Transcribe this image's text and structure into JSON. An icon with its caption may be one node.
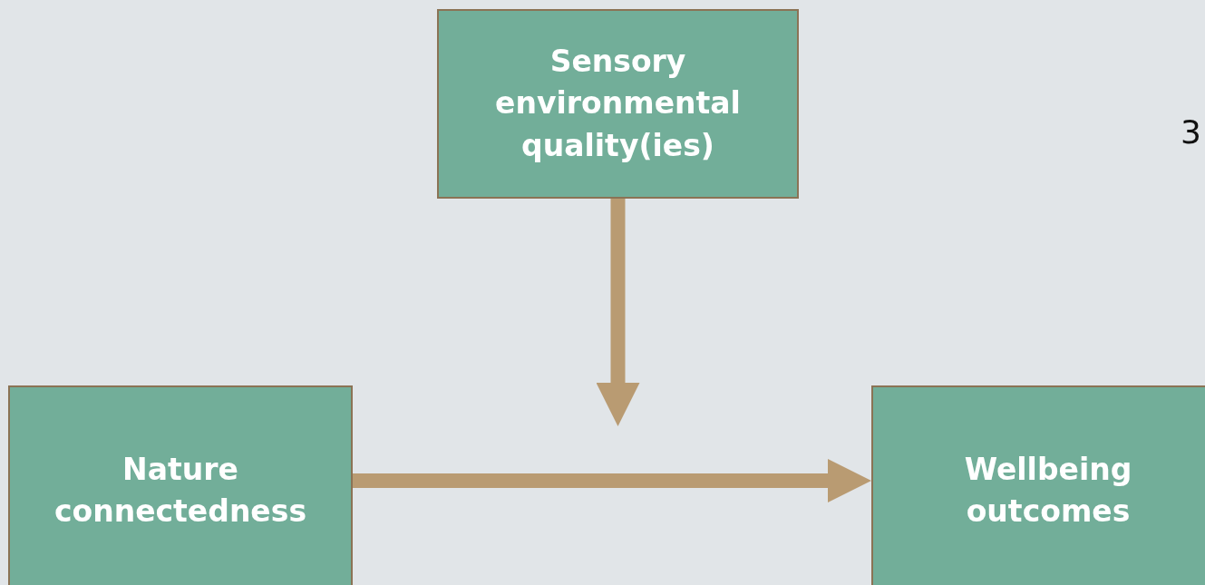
{
  "diagram": {
    "nodes": [
      {
        "text": [
          "Sensory environmental quality(ies)"
        ]
      },
      {
        "text": [
          "Nature connectedness"
        ]
      },
      {
        "text": [
          "Wellbeing outcomes"
        ]
      }
    ],
    "edges": [
      {
        "from": 0,
        "to": null,
        "arrow": "to"
      },
      {
        "from": 1,
        "to": 2,
        "arrow": "to"
      }
    ],
    "labels": [
      "3"
    ]
  }
}
